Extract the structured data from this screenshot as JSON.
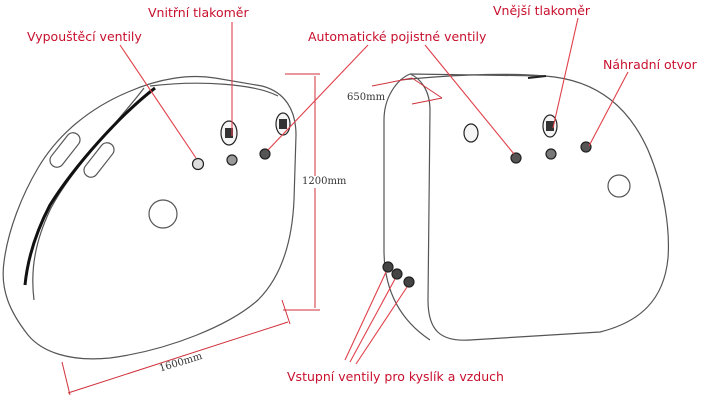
{
  "labels": {
    "vypoustec": "Vypouštěcí ventily",
    "vnitrni": "Vnitřní tlakoměr",
    "automaticke": "Automatické pojistné ventily",
    "vnejsi": "Vnější tlakoměr",
    "nahradni": "Náhradní otvor",
    "vstupni": "Vstupní ventily pro kyslík a vzduch"
  },
  "dimensions": {
    "height": "1200mm",
    "length": "1600mm",
    "depth": "650mm"
  },
  "colors": {
    "callout": "#e0404a",
    "label": "#c8102e",
    "outline": "#555555"
  }
}
